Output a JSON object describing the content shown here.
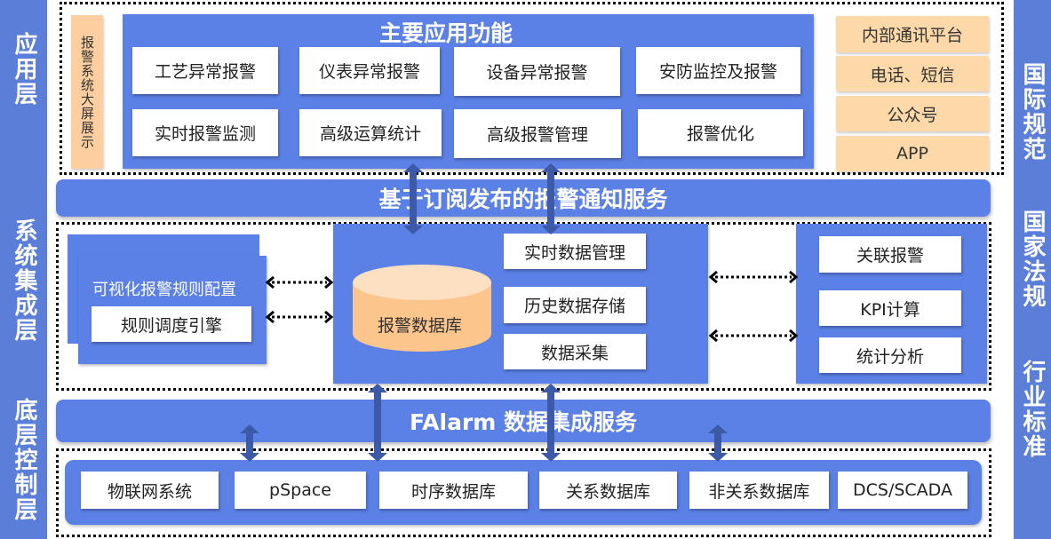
{
  "sidebars": {
    "left": [
      {
        "label": "应用层"
      },
      {
        "label": "系统集成层"
      },
      {
        "label": "底层控制层"
      }
    ],
    "right": [
      {
        "label": "国际规范"
      },
      {
        "label": "国家法规"
      },
      {
        "label": "行业标准"
      }
    ]
  },
  "application_layer": {
    "big_screen_label": "报警系统大屏展示",
    "main_title": "主要应用功能",
    "functions": [
      "工艺异常报警",
      "仪表异常报警",
      "设备异常报警",
      "安防监控及报警",
      "实时报警监测",
      "高级运算统计",
      "高级报警管理",
      "报警优化"
    ],
    "channels": [
      "内部通讯平台",
      "电话、短信",
      "公众号",
      "APP"
    ]
  },
  "notification_service": {
    "label": "基于订阅发布的报警通知服务"
  },
  "integration_layer": {
    "rule_config_title": "可视化报警规则配置",
    "rule_engine": "规则调度引擎",
    "database": "报警数据库",
    "data_functions": [
      "实时数据管理",
      "历史数据存储",
      "数据采集"
    ],
    "analysis_functions": [
      "关联报警",
      "KPI计算",
      "统计分析"
    ]
  },
  "integration_service": {
    "label": "FAlarm 数据集成服务"
  },
  "control_layer": {
    "sources": [
      "物联网系统",
      "pSpace",
      "时序数据库",
      "关系数据库",
      "非关系数据库",
      "DCS/SCADA"
    ]
  },
  "colors": {
    "sidebar": "#5b7fd9",
    "panel_blue": "#5b80e6",
    "peach": "#fdd8a8",
    "arrow_blue": "#3d5aa8"
  }
}
